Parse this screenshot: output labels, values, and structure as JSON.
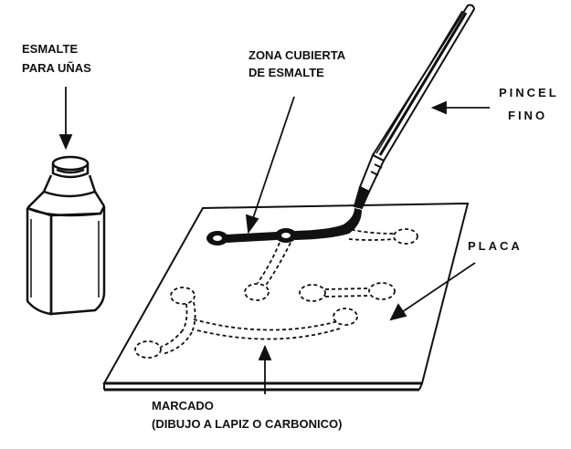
{
  "labels": {
    "nail_polish_line1": "ESMALTE",
    "nail_polish_line2": "PARA UÑAS",
    "covered_zone_line1": "ZONA CUBIERTA",
    "covered_zone_line2": "DE ESMALTE",
    "brush_line1": "PINCEL",
    "brush_line2": "FINO",
    "board": "PLACA",
    "marking_line1": "MARCADO",
    "marking_line2": "(DIBUJO A LAPIZ O CARBONICO)"
  },
  "colors": {
    "ink": "#111111",
    "background": "#ffffff"
  }
}
